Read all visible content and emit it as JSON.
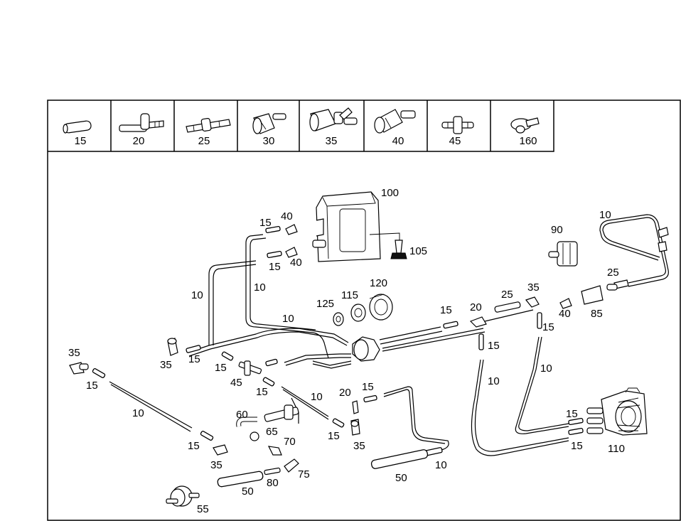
{
  "legend": {
    "cells": [
      {
        "number": "15",
        "icon": "hose-sleeve-icon"
      },
      {
        "number": "20",
        "icon": "tee-connector-icon"
      },
      {
        "number": "25",
        "icon": "straight-connector-icon"
      },
      {
        "number": "30",
        "icon": "check-valve-icon"
      },
      {
        "number": "35",
        "icon": "angled-check-valve-icon"
      },
      {
        "number": "40",
        "icon": "nozzle-valve-icon"
      },
      {
        "number": "45",
        "icon": "tee-piece-icon"
      },
      {
        "number": "160",
        "icon": "hose-clip-icon"
      }
    ]
  },
  "callouts": {
    "n100": "100",
    "n105": "105",
    "n15_a": "15",
    "n40_a": "40",
    "n15_b": "15",
    "n40_b": "40",
    "n10_a": "10",
    "n10_b": "10",
    "n10_c": "10",
    "n125": "125",
    "n115": "115",
    "n120": "120",
    "n15_c": "15",
    "n20_a": "20",
    "n25_a": "25",
    "n35_a": "35",
    "n40_c": "40",
    "n85": "85",
    "n25_b": "25",
    "n90": "90",
    "n10_d": "10",
    "n15_d": "15",
    "n15_e": "15",
    "n10_e": "10",
    "n10_f": "10",
    "n35_b": "35",
    "n15_f": "15",
    "n15_g": "15",
    "n45": "45",
    "n15_h": "15",
    "n35_c": "35",
    "n15_i": "15",
    "n10_g": "10",
    "n15_j": "15",
    "n35_d": "35",
    "n20_b": "20",
    "n15_k": "15",
    "n10_h": "10",
    "n15_l": "15",
    "n35_e": "35",
    "n60": "60",
    "n65": "65",
    "n70": "70",
    "n75": "75",
    "n80": "80",
    "n50_a": "50",
    "n50_b": "50",
    "n55": "55",
    "n10_i": "10",
    "n15_m": "15",
    "n15_n": "15",
    "n110": "110"
  }
}
